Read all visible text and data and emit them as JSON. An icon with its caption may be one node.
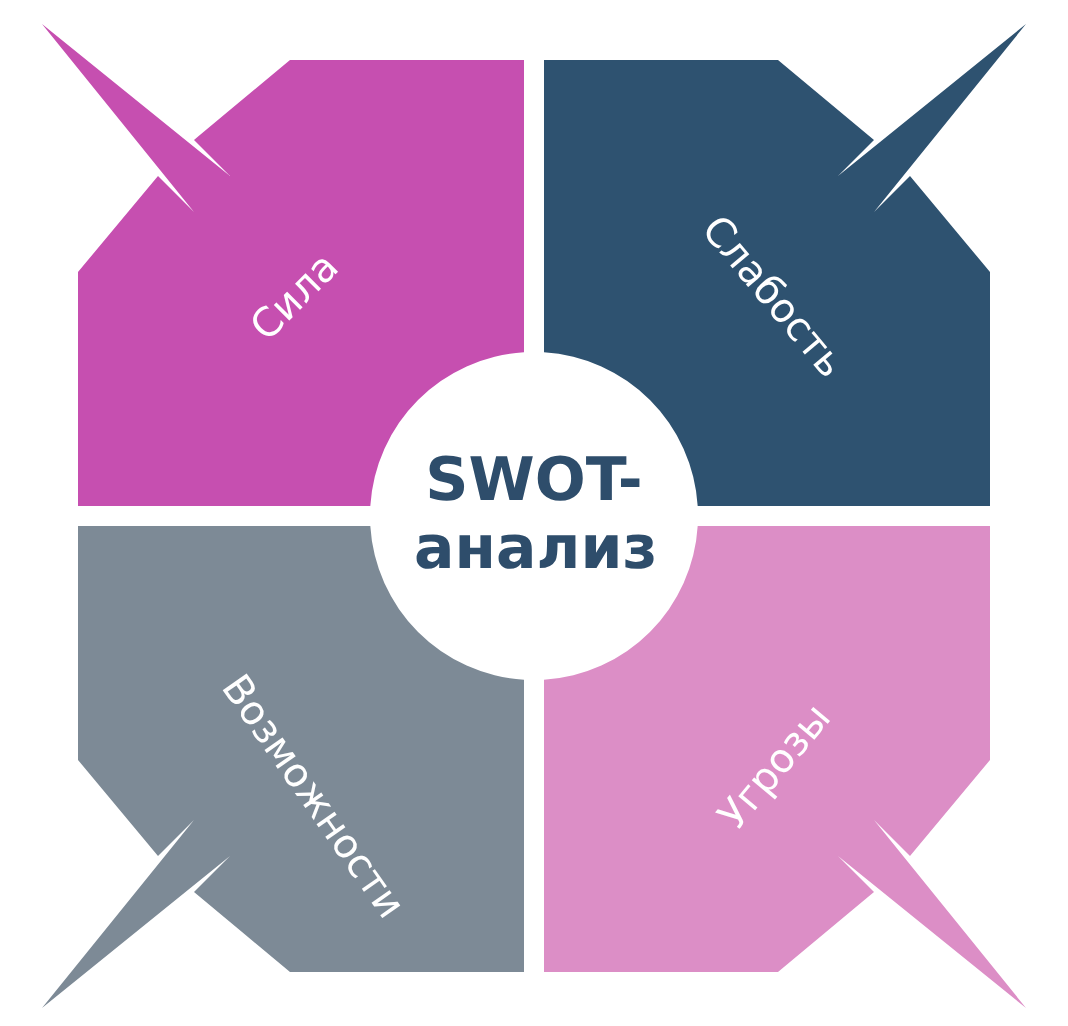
{
  "diagram": {
    "nodes": [
      {
        "text": [
          "Сила"
        ]
      },
      {
        "text": [
          "Слабость"
        ]
      },
      {
        "text": [
          "Возможности"
        ]
      },
      {
        "text": [
          "Угрозы"
        ]
      },
      {
        "text": [
          "SWOT-анализ"
        ]
      }
    ]
  }
}
